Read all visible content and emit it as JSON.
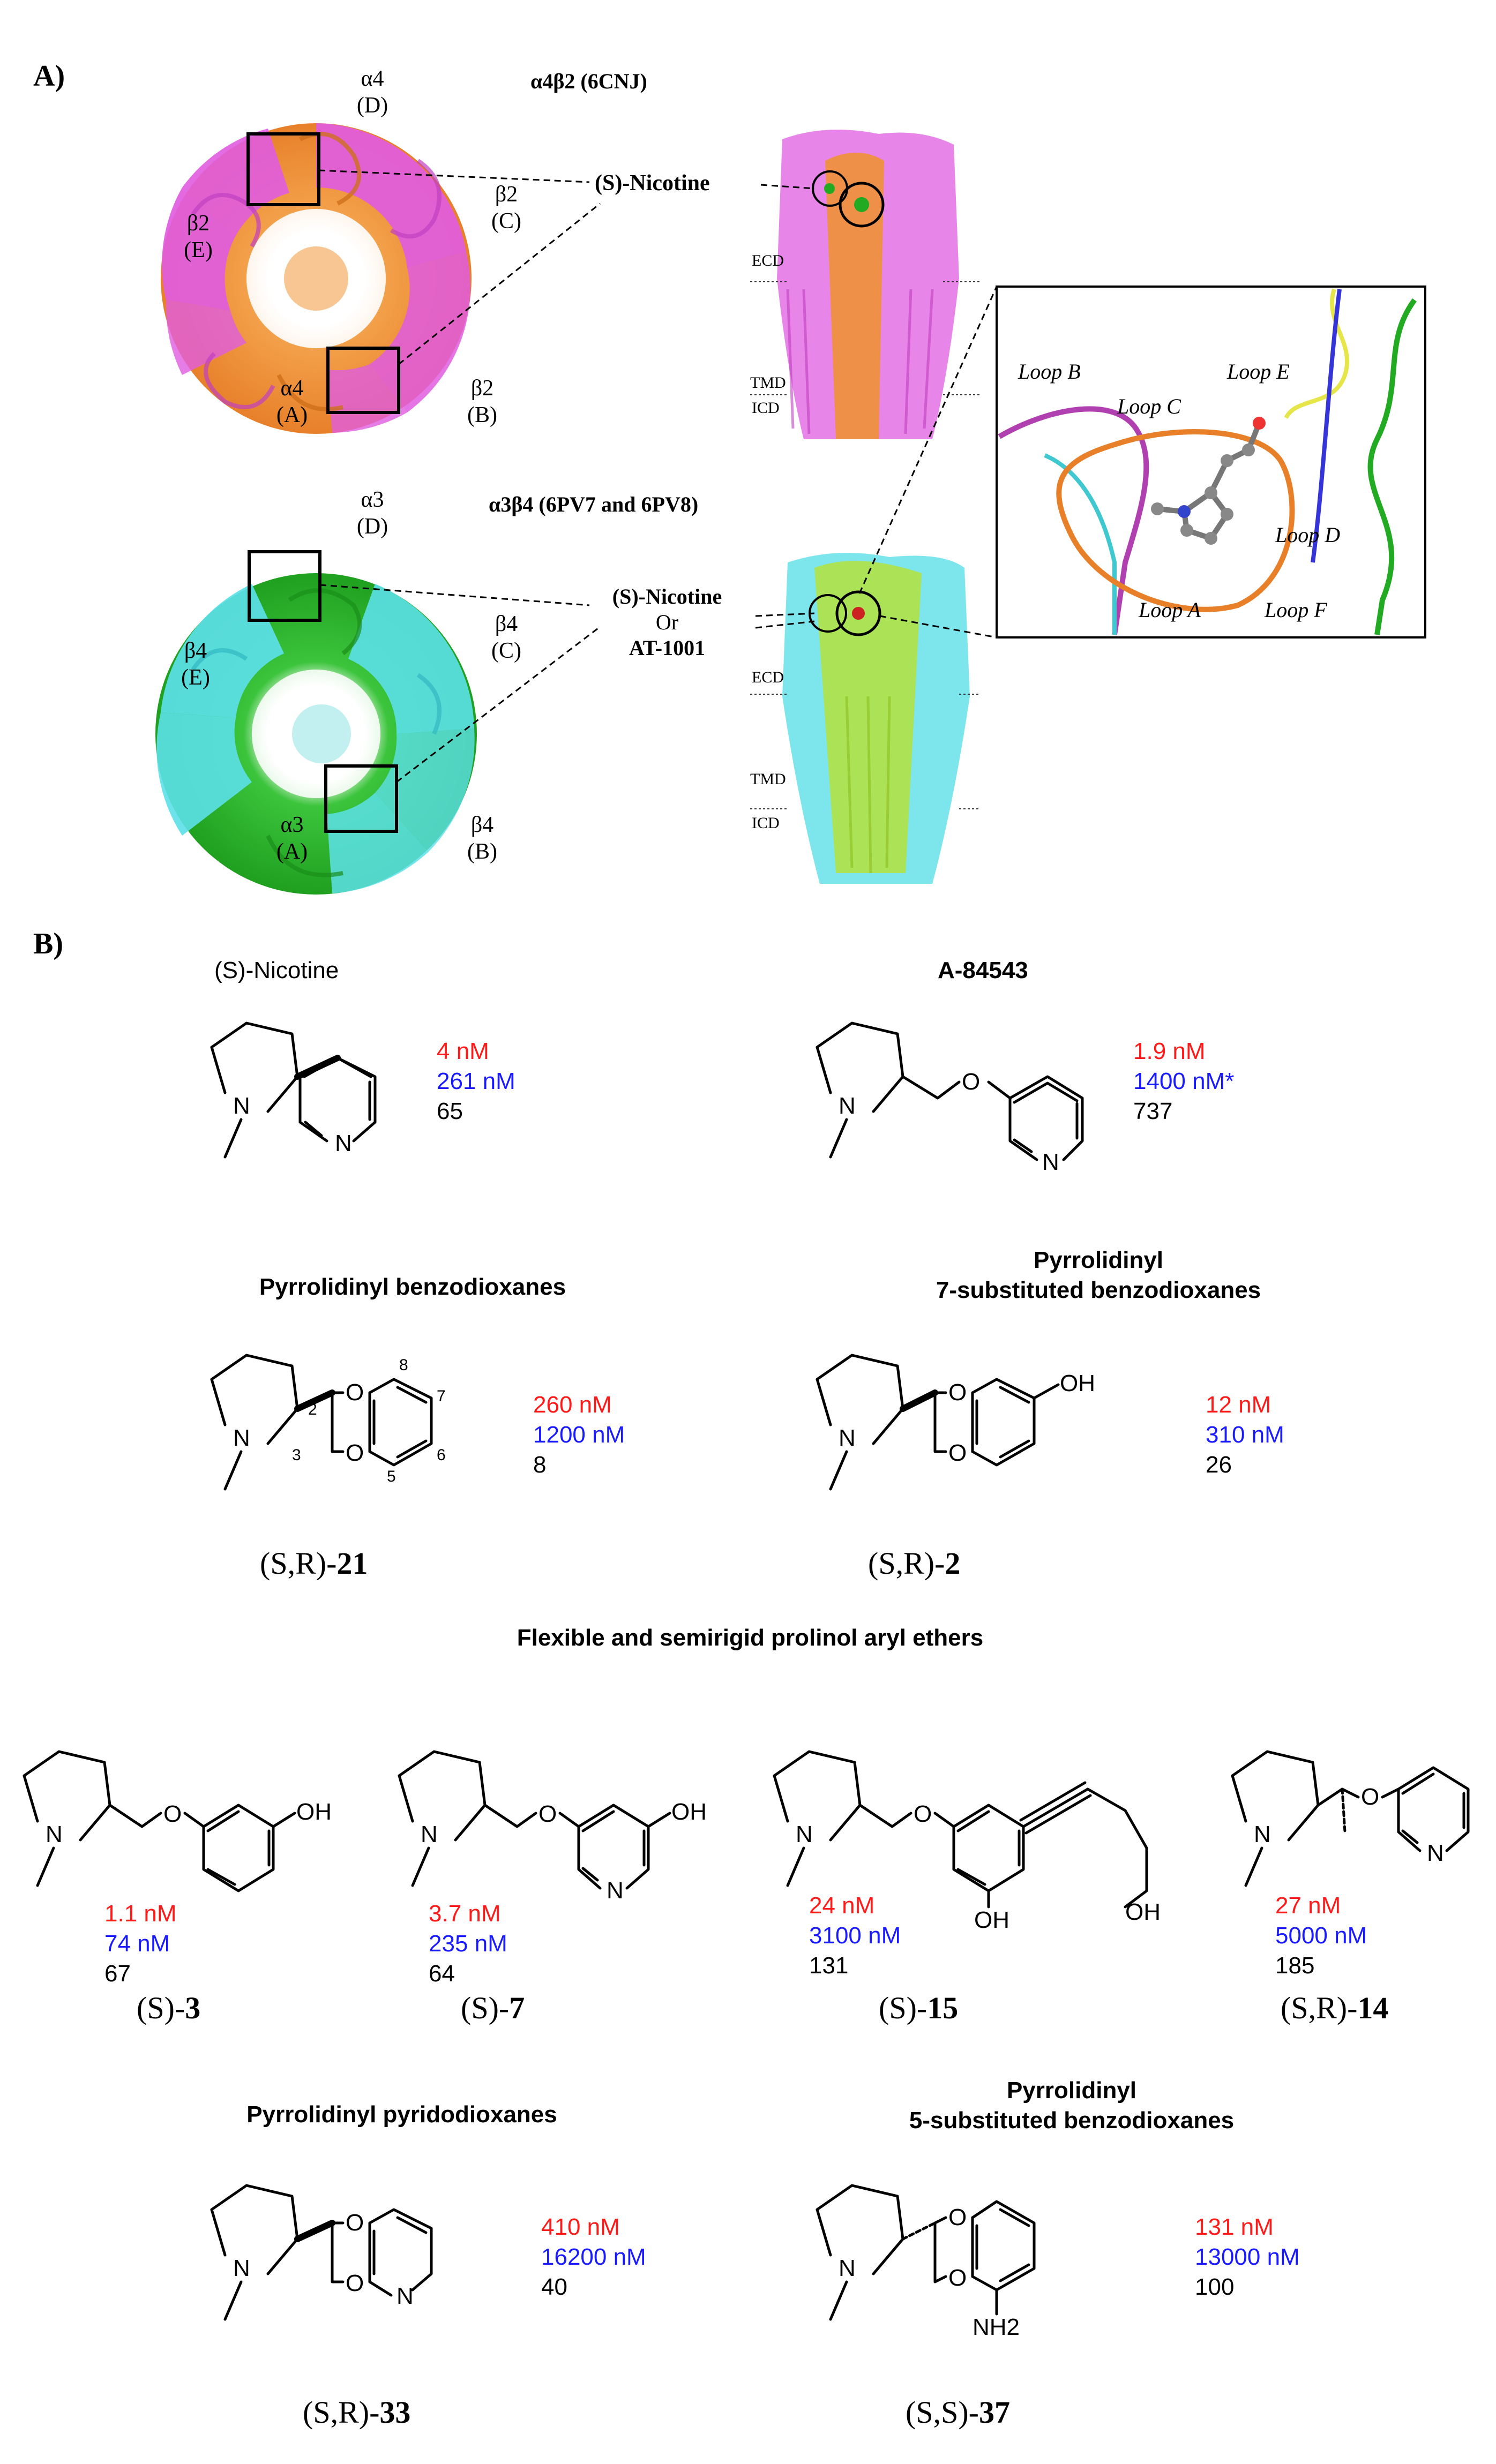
{
  "panel_a": {
    "label": "A)",
    "a4b2": {
      "title": "α4β2 (6CNJ)",
      "subunits": {
        "top": [
          "α4",
          "(D)"
        ],
        "right_upper": [
          "β2",
          "(C)"
        ],
        "left": [
          "β2",
          "(E)"
        ],
        "bottom_left": [
          "α4",
          "(A)"
        ],
        "bottom_right": [
          "β2",
          "(B)"
        ]
      },
      "ligand": "(S)-Nicotine",
      "regions": [
        "ECD",
        "TMD",
        "ICD"
      ],
      "colors": {
        "alpha": "#f0922c",
        "beta": "#e05ce0"
      }
    },
    "a3b4": {
      "title": "α3β4 (6PV7 and 6PV8)",
      "subunits": {
        "top": [
          "α3",
          "(D)"
        ],
        "right_upper": [
          "β4",
          "(C)"
        ],
        "left": [
          "β4",
          "(E)"
        ],
        "bottom_left": [
          "α3",
          "(A)"
        ],
        "bottom_right": [
          "β4",
          "(B)"
        ]
      },
      "ligand_lines": [
        "(S)-Nicotine",
        "Or",
        "AT-1001"
      ],
      "regions": [
        "ECD",
        "TMD",
        "ICD"
      ],
      "colors": {
        "alpha": "#2ab82a",
        "beta": "#5ce0e8"
      }
    },
    "inset_loops": [
      "Loop B",
      "Loop C",
      "Loop E",
      "Loop D",
      "Loop A",
      "Loop F"
    ]
  },
  "panel_b": {
    "label": "B)",
    "value_colors": {
      "a4b2": "#ff1a1a",
      "a3b4": "#1a1aff",
      "ratio": "#000000"
    },
    "nicotine": {
      "title": "(S)-Nicotine",
      "values": [
        "4 nM",
        "261 nM",
        "65"
      ]
    },
    "a84543": {
      "title": "A-84543",
      "values": [
        "1.9 nM",
        "1400 nM*",
        "737"
      ]
    },
    "sec_benzodioxanes": "Pyrrolidinyl benzodioxanes",
    "sec_7sub": [
      "Pyrrolidinyl",
      "7-substituted benzodioxanes"
    ],
    "c21": {
      "name_prefix": "(S,R)-",
      "name_num": "21",
      "values": [
        "260 nM",
        "1200 nM",
        "8"
      ],
      "atom_numbers": [
        "2",
        "3",
        "5",
        "6",
        "7",
        "8"
      ]
    },
    "c2": {
      "name_prefix": "(S,R)-",
      "name_num": "2",
      "values": [
        "12 nM",
        "310 nM",
        "26"
      ]
    },
    "sec_prolinol": "Flexible and semirigid prolinol aryl ethers",
    "c3": {
      "name_prefix": "(S)-",
      "name_num": "3",
      "values": [
        "1.1 nM",
        "74 nM",
        "67"
      ]
    },
    "c7": {
      "name_prefix": "(S)-",
      "name_num": "7",
      "values": [
        "3.7 nM",
        "235 nM",
        "64"
      ]
    },
    "c15": {
      "name_prefix": "(S)-",
      "name_num": "15",
      "values": [
        "24 nM",
        "3100 nM",
        "131"
      ]
    },
    "c14": {
      "name_prefix": "(S,R)-",
      "name_num": "14",
      "values": [
        "27 nM",
        "5000 nM",
        "185"
      ]
    },
    "sec_pyridodioxanes": "Pyrrolidinyl pyridodioxanes",
    "sec_5sub": [
      "Pyrrolidinyl",
      "5-substituted benzodioxanes"
    ],
    "c33": {
      "name_prefix": "(S,R)-",
      "name_num": "33",
      "values": [
        "410 nM",
        "16200 nM",
        "40"
      ]
    },
    "c37": {
      "name_prefix": "(S,S)-",
      "name_num": "37",
      "values": [
        "131 nM",
        "13000 nM",
        "100"
      ]
    },
    "atoms": {
      "N": "N",
      "O": "O",
      "OH": "OH",
      "NH2": "NH2"
    }
  }
}
